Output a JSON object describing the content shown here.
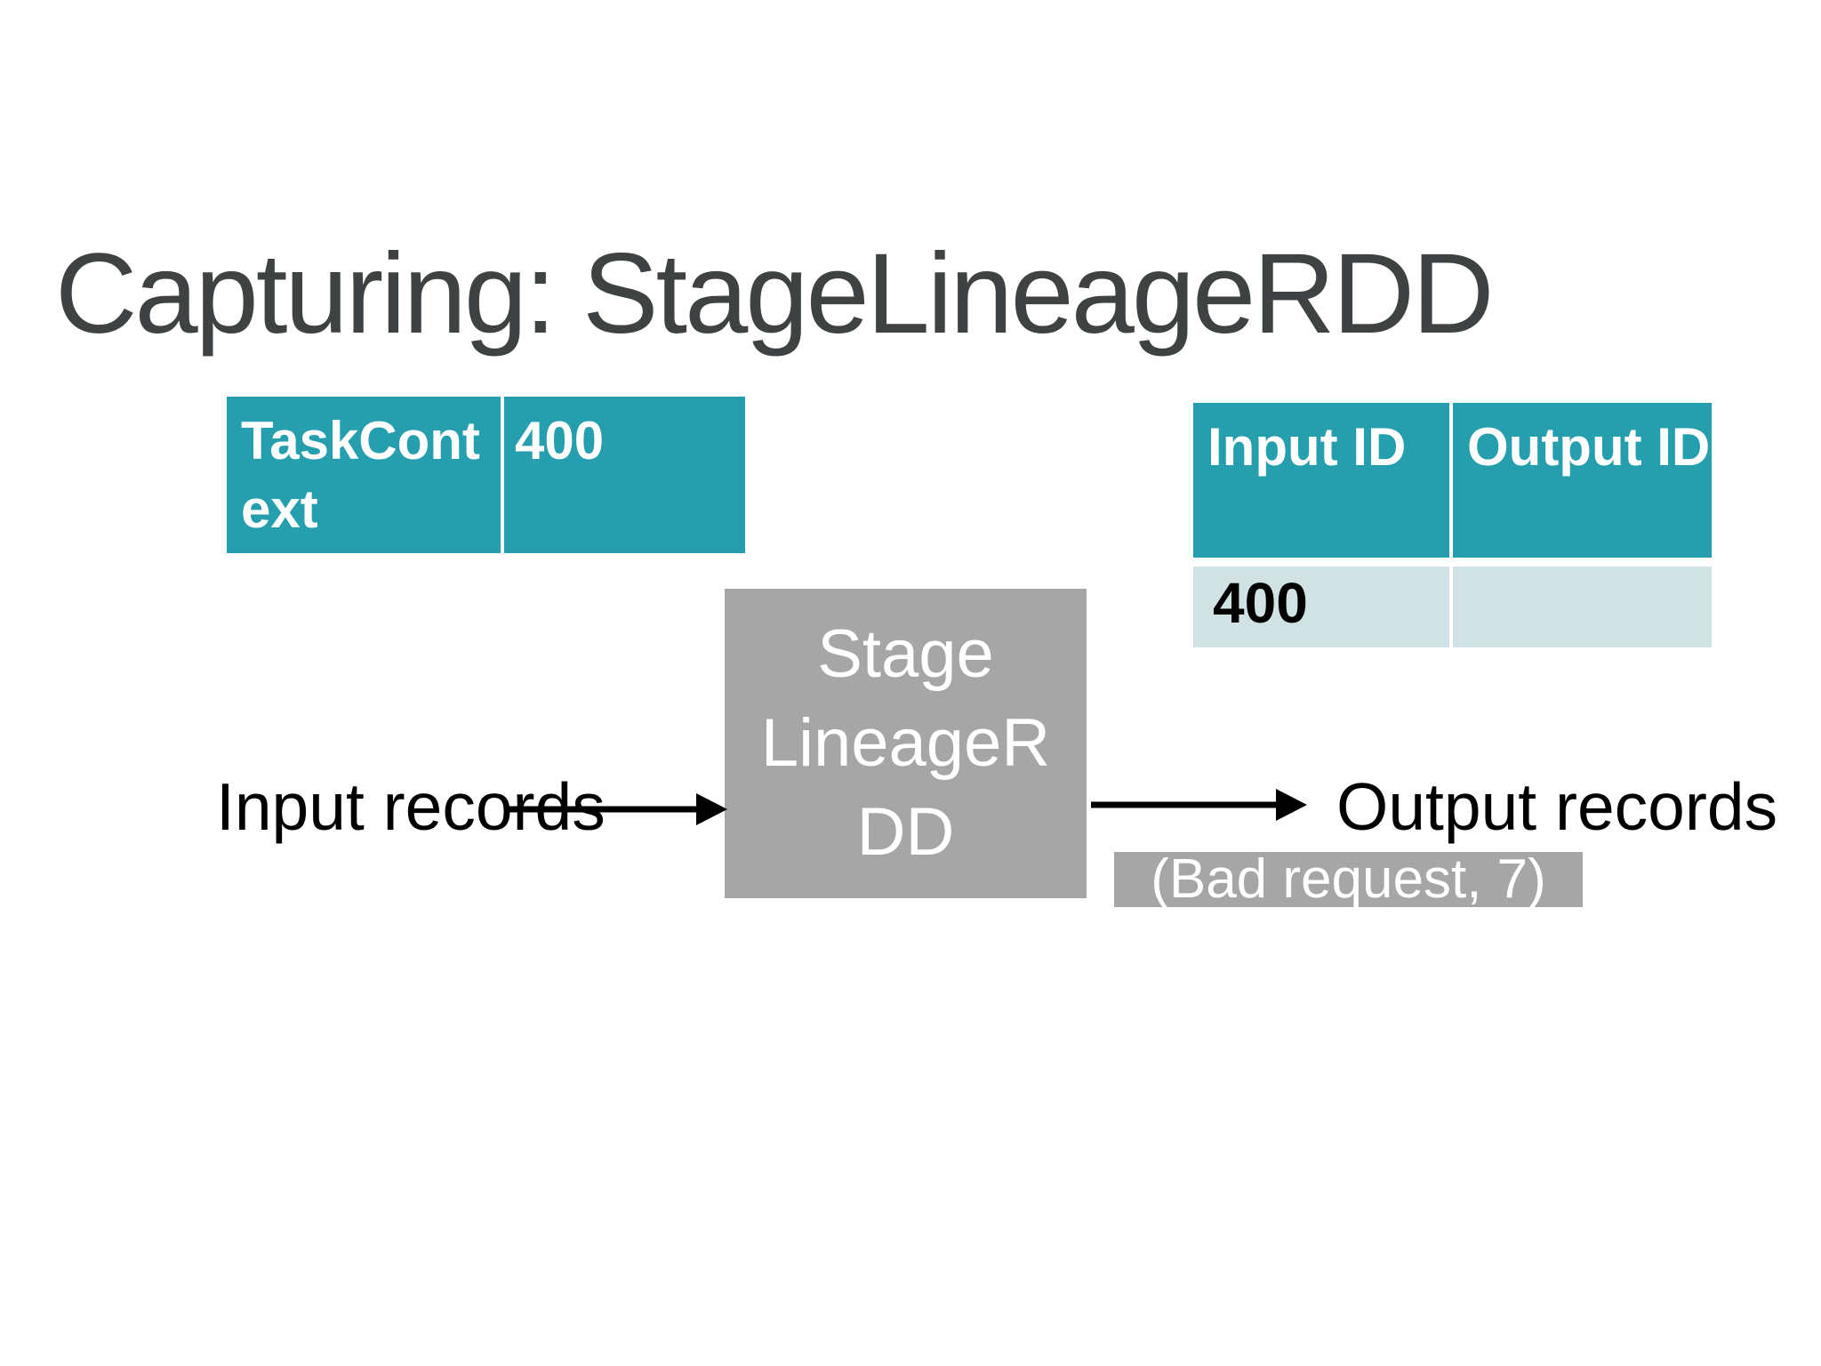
{
  "title": "Capturing: StageLineageRDD",
  "context_table": {
    "key": "TaskContext",
    "value": "400"
  },
  "lineage_table": {
    "headers": [
      "Input ID",
      "Output ID"
    ],
    "rows": [
      {
        "input_id": "400",
        "output_id": ""
      }
    ]
  },
  "process_box": {
    "label": "Stage LineageRDD"
  },
  "flow": {
    "input_label": "Input records",
    "output_label": "Output records",
    "output_annotation": "(Bad request, 7)"
  },
  "colors": {
    "teal": "#259FAE",
    "light_row": "#D0E2E4",
    "gray_box": "#A6A6A6",
    "title_text": "#3F4243",
    "arrow": "#000000"
  }
}
